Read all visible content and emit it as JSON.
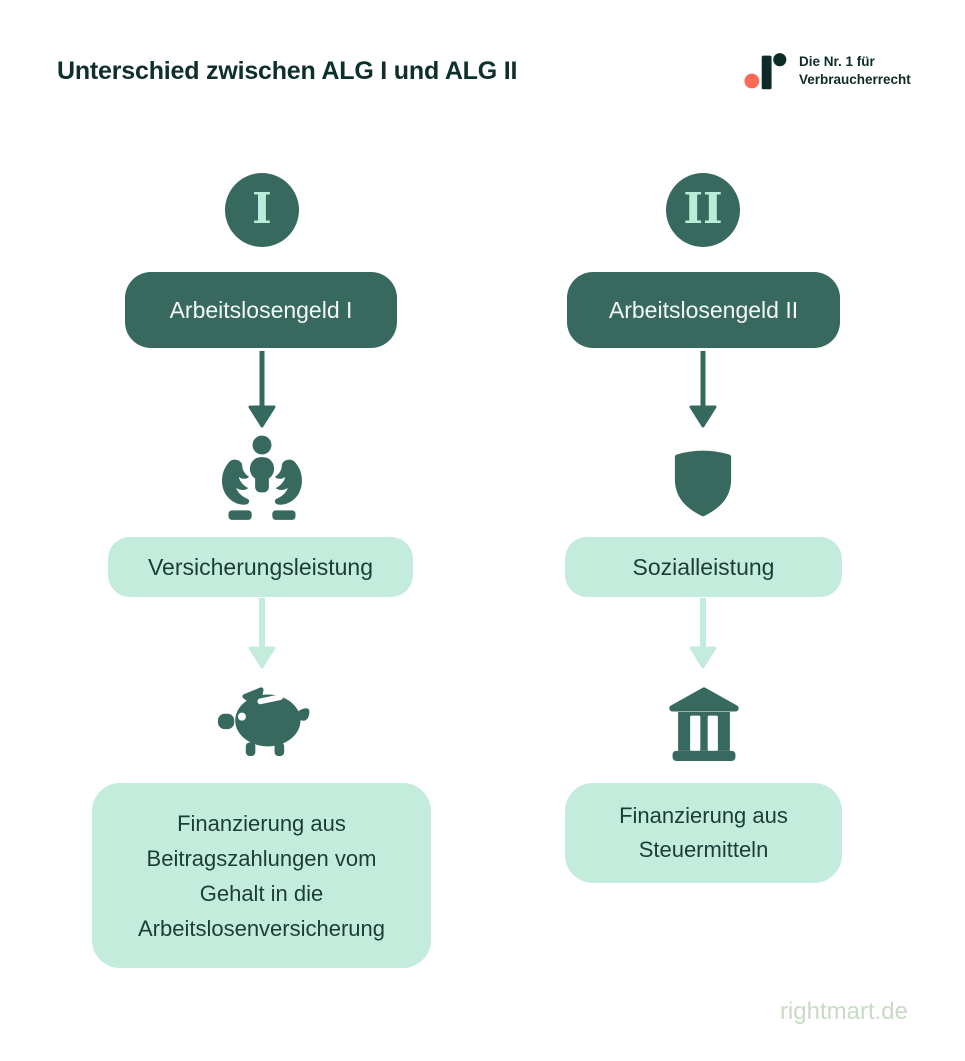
{
  "header": {
    "title": "Unterschied zwischen ALG I und ALG II",
    "logo": {
      "tagline_line1": "Die Nr. 1 für",
      "tagline_line2": "Verbraucherrecht"
    }
  },
  "diagram": {
    "columns": [
      {
        "numeral": "I",
        "name": "Arbeitslosengeld I",
        "benefit_type": "Versicherungsleistung",
        "benefit_icon": "hands-holding-person-icon",
        "funding": "Finanzierung aus Beitragszahlungen vom Gehalt in die Arbeitslosenversicherung",
        "funding_icon": "piggy-bank-icon"
      },
      {
        "numeral": "II",
        "name": "Arbeitslosengeld II",
        "benefit_type": "Sozialleistung",
        "benefit_icon": "shield-icon",
        "funding": "Finanzierung aus Steuermitteln",
        "funding_icon": "bank-building-icon"
      }
    ]
  },
  "footer": {
    "website": "rightmart.de"
  },
  "colors": {
    "dark_green": "#38695e",
    "mint": "#c4ecdc",
    "title": "#0e2f2a",
    "text_dark": "#1d3c38",
    "text_light": "#f3f8f6",
    "numeral": "#b9ecd9",
    "logo_coral": "#fa6a55",
    "logo_dark": "#0e2b27",
    "footer_text": "#c9dac6"
  }
}
